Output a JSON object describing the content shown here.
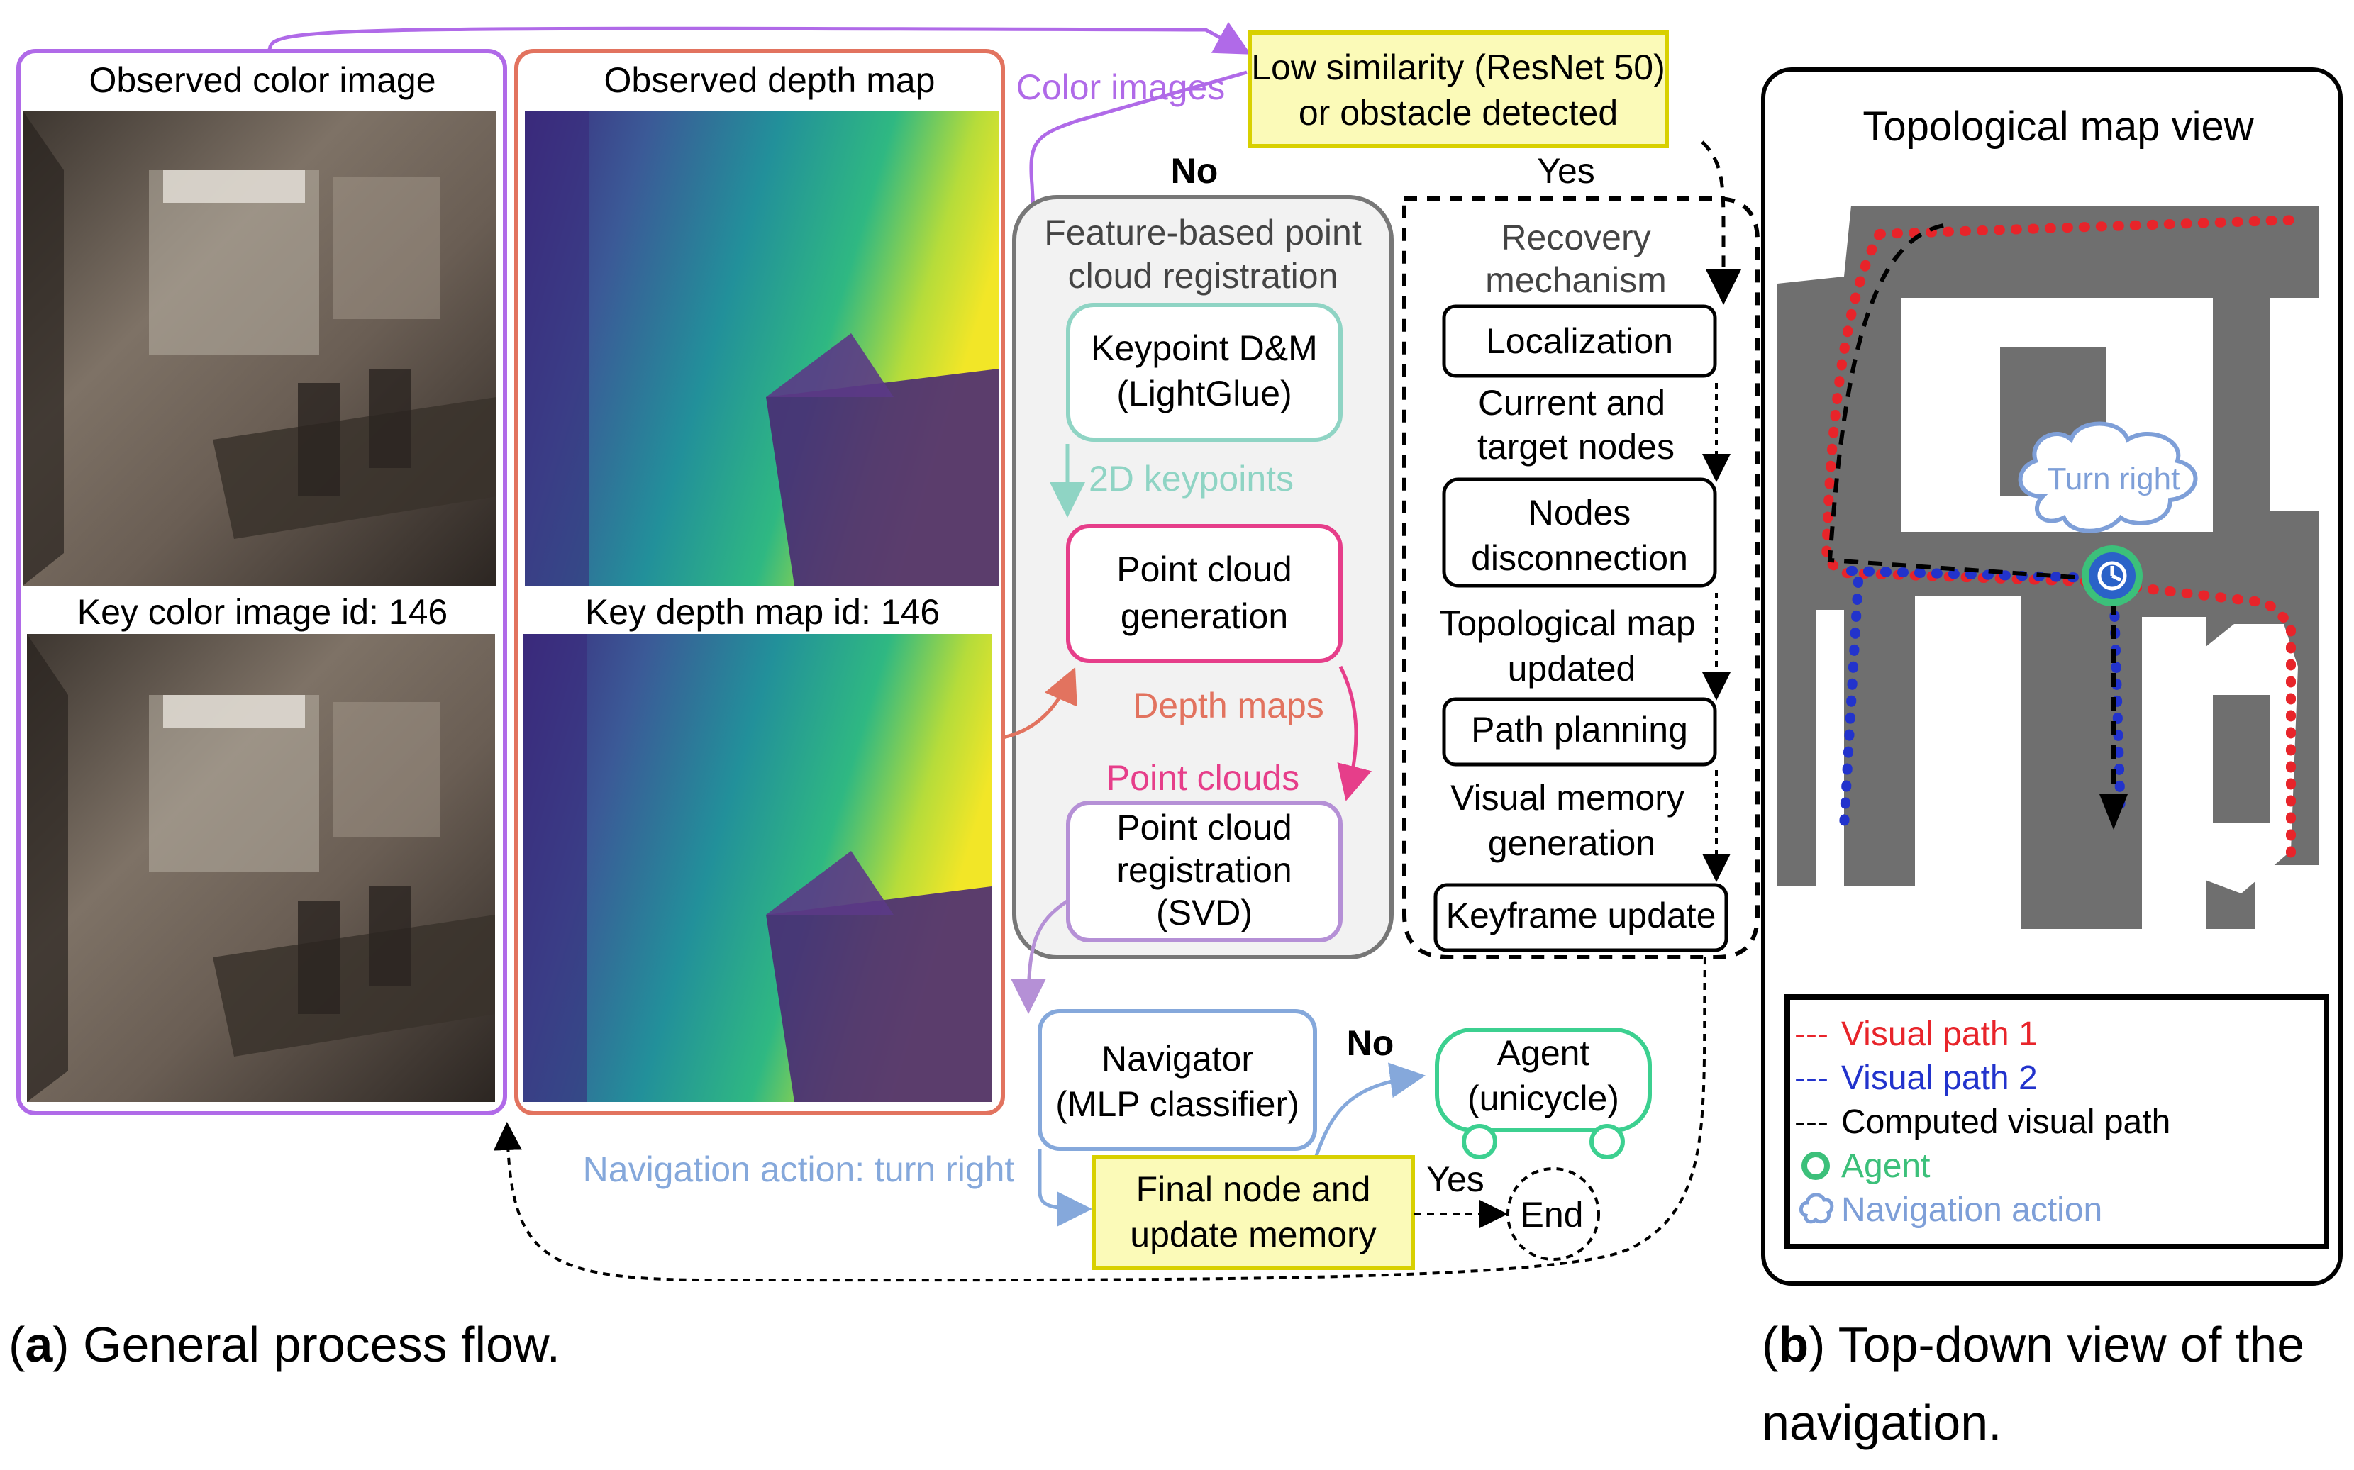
{
  "panel_a": {
    "color_image_title": "Observed color image",
    "depth_map_title": "Observed depth map",
    "key_color_title": "Key color image id: 146",
    "key_depth_title": "Key depth map id: 146",
    "color_images_label": "Color images",
    "decision": {
      "line1": "Low similarity (ResNet 50)",
      "line2": "or obstacle detected"
    },
    "no_label": "No",
    "yes_label": "Yes",
    "registration": {
      "title_line1": "Feature-based point",
      "title_line2": "cloud registration",
      "keypoint_line1": "Keypoint D&M",
      "keypoint_line2": "(LightGlue)",
      "keypoints_2d": "2D keypoints",
      "pc_gen_line1": "Point cloud",
      "pc_gen_line2": "generation",
      "depth_maps": "Depth maps",
      "point_clouds": "Point clouds",
      "pc_reg_line1": "Point cloud",
      "pc_reg_line2": "registration",
      "pc_reg_line3": "(SVD)"
    },
    "recovery": {
      "title_line1": "Recovery",
      "title_line2": "mechanism",
      "localization": "Localization",
      "current_line1": "Current and",
      "current_line2": "target nodes",
      "disconnection_line1": "Nodes",
      "disconnection_line2": "disconnection",
      "topo_line1": "Topological map",
      "topo_line2": "updated",
      "path_planning": "Path planning",
      "visual_line1": "Visual memory",
      "visual_line2": "generation",
      "keyframe": "Keyframe update"
    },
    "navigator": {
      "line1": "Navigator",
      "line2": "(MLP classifier)"
    },
    "nav_action": "Navigation action: turn right",
    "final_node": {
      "line1": "Final node and",
      "line2": "update memory"
    },
    "no2_label": "No",
    "yes2_label": "Yes",
    "agent": {
      "line1": "Agent",
      "line2": "(unicycle)"
    },
    "end_label": "End"
  },
  "panel_b": {
    "title": "Topological map view",
    "cloud_label": "Turn right",
    "legend": [
      {
        "marker": "---",
        "label": "Visual path 1",
        "color": "#e8242a"
      },
      {
        "marker": "---",
        "label": "Visual path 2",
        "color": "#2233cc"
      },
      {
        "marker": "---",
        "label": "Computed visual path",
        "color": "#000000"
      },
      {
        "marker": "agent-icon",
        "label": "Agent",
        "color": "#3cc07a"
      },
      {
        "marker": "cloud-icon",
        "label": "Navigation action",
        "color": "#7e9fd8"
      }
    ]
  },
  "captions": {
    "a_letter": "a",
    "a_text": " General process flow.",
    "b_letter": "b",
    "b_text_line1": " Top-down view of the",
    "b_text_line2": "navigation."
  },
  "colors": {
    "purple": "#b06ae8",
    "red": "#e2735f",
    "teal": "#8fd4c4",
    "pink": "#e63e8a",
    "lavender": "#b590d6",
    "blue": "#85a8db",
    "green": "#3cd090",
    "yellow_fill": "#fbfab8",
    "yellow_border": "#d8d000"
  }
}
